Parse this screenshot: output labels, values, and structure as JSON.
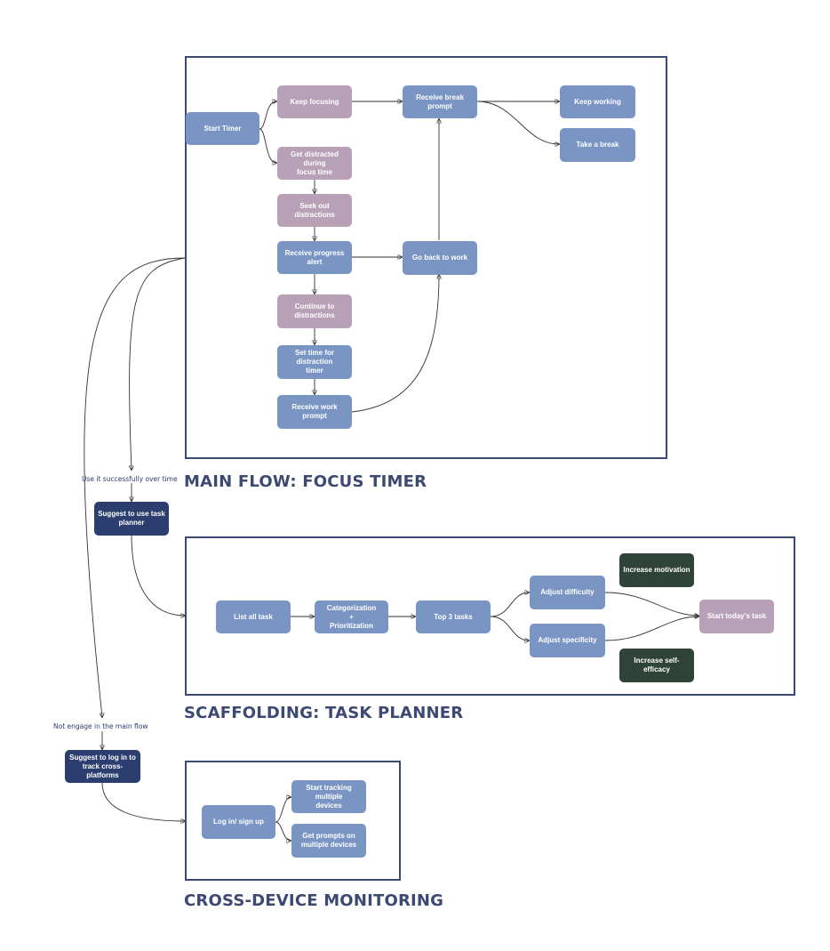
{
  "sections": {
    "focus_timer": "MAIN FLOW: FOCUS TIMER",
    "task_planner": "SCAFFOLDING: TASK PLANNER",
    "cross_device": "CROSS-DEVICE MONITORING"
  },
  "edge_labels": {
    "use_successfully": "Use it successfully over time",
    "not_engage": "Not engage in the main flow"
  },
  "focus_flow": {
    "start_timer": "Start Timer",
    "keep_focusing": "Keep focusing",
    "get_distracted": "Get distracted during\nfocus time",
    "seek_distractions": "Seek out distractions",
    "receive_progress_alert": "Receive progress alert",
    "continue_distractions": "Continue to\ndistractions",
    "set_distraction_timer": "Set time for distraction\ntimer",
    "receive_work_prompt": "Receive work prompt",
    "go_back_to_work": "Go back to work",
    "receive_break_prompt": "Receive break prompt",
    "keep_working": "Keep working",
    "take_a_break": "Take a break"
  },
  "suggestions": {
    "use_task_planner": "Suggest to use task\nplanner",
    "log_in_cross_platform": "Suggest to log in to\ntrack cross-platforms"
  },
  "planner_flow": {
    "list_all_task": "List all task",
    "categorization": "Categorization\n+\nPrioritization",
    "top_3_tasks": "Top 3 tasks",
    "adjust_difficulty": "Adjust difficulty",
    "adjust_specificity": "Adjust specificity",
    "increase_motivation": "Increase motivation",
    "increase_self_efficacy": "Increase self-efficacy",
    "start_todays_task": "Start today's task"
  },
  "device_flow": {
    "log_in_sign_up": "Log in/ sign up",
    "start_tracking": "Start tracking multiple\ndevices",
    "get_prompts": "Get prompts on\nmultiple devices"
  },
  "colors": {
    "blue_node": "#7a95c3",
    "mauve_node": "#b8a1b7",
    "navy_node": "#2c3d6f",
    "dark_green_node": "#2f4338",
    "frame_border": "#3c4a73"
  }
}
